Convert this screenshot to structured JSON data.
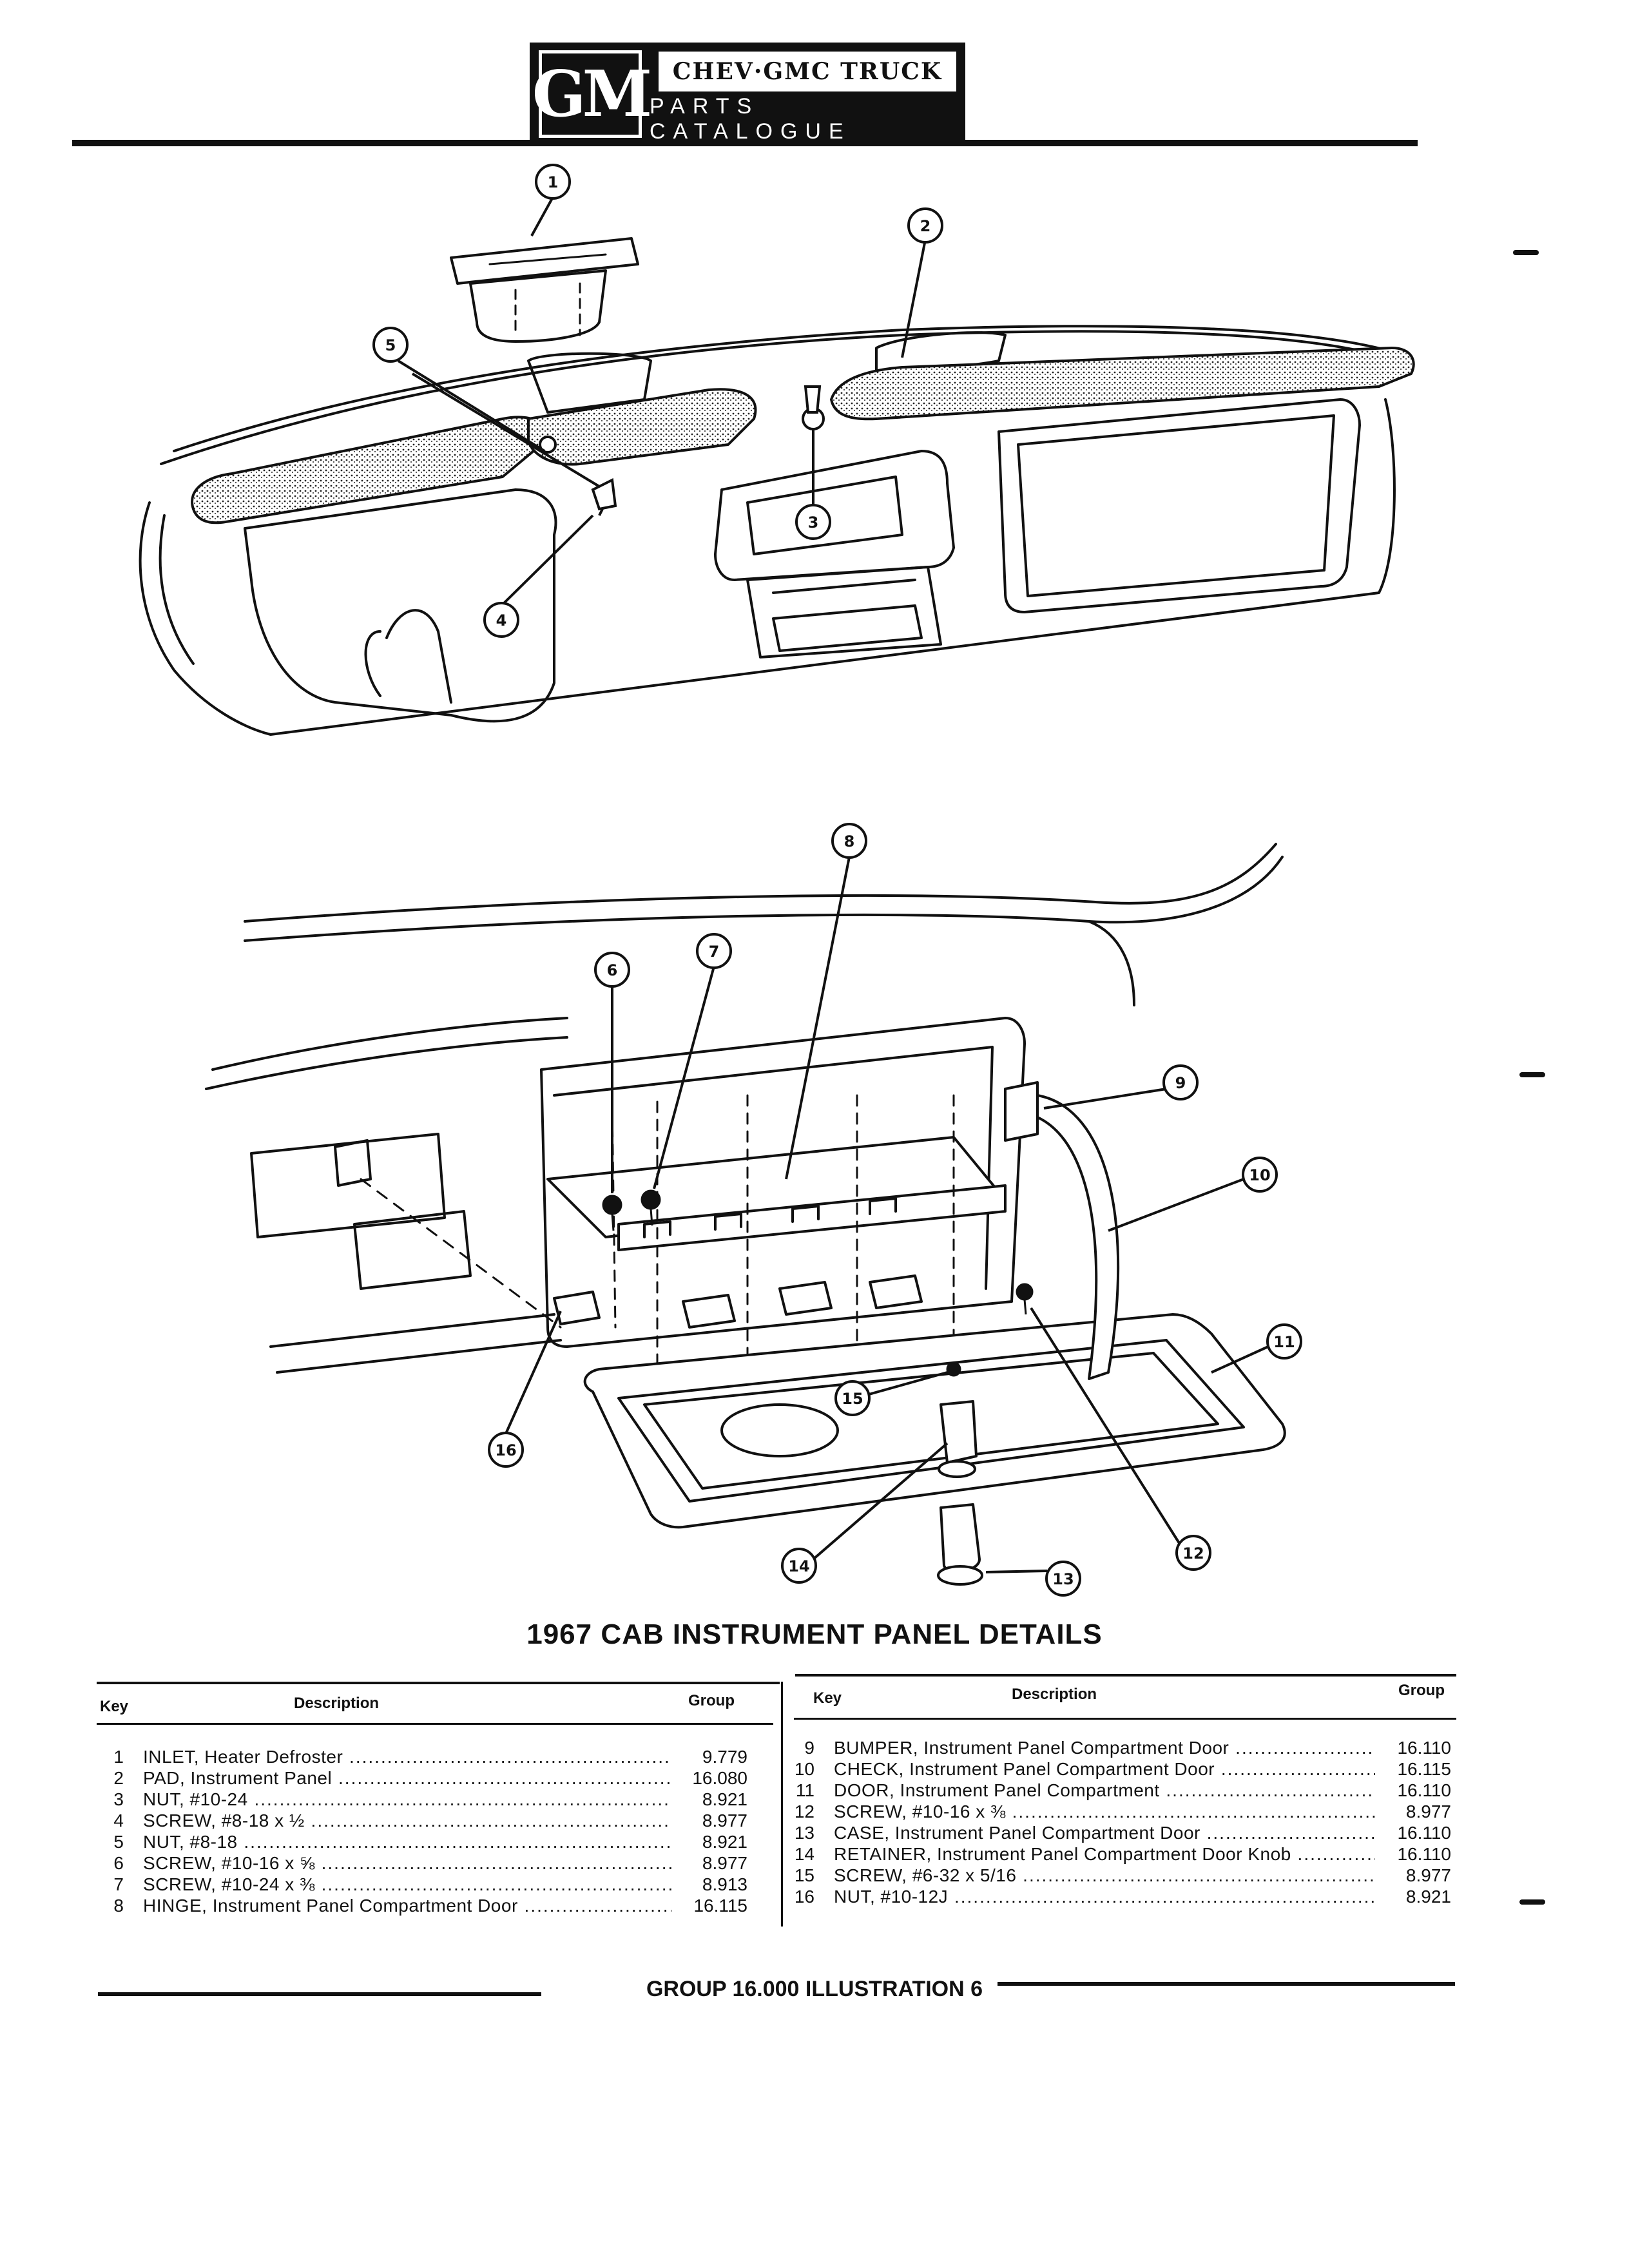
{
  "header": {
    "logo": "GM",
    "brand_line1": "CHEV·GMC TRUCK",
    "brand_line2": "PARTS CATALOGUE"
  },
  "callouts": [
    "1",
    "2",
    "3",
    "4",
    "5",
    "6",
    "7",
    "8",
    "9",
    "10",
    "11",
    "12",
    "13",
    "14",
    "15",
    "16"
  ],
  "title": "1967 CAB INSTRUMENT PANEL DETAILS",
  "table": {
    "col_key": "Key",
    "col_desc": "Description",
    "col_group": "Group",
    "left": [
      {
        "key": "1",
        "desc": "INLET, Heater Defroster",
        "group": "9.779"
      },
      {
        "key": "2",
        "desc": "PAD, Instrument Panel",
        "group": "16.080"
      },
      {
        "key": "3",
        "desc": "NUT, #10-24",
        "group": "8.921"
      },
      {
        "key": "4",
        "desc": "SCREW, #8-18 x ½",
        "group": "8.977"
      },
      {
        "key": "5",
        "desc": "NUT, #8-18",
        "group": "8.921"
      },
      {
        "key": "6",
        "desc": "SCREW, #10-16 x ⅝",
        "group": "8.977"
      },
      {
        "key": "7",
        "desc": "SCREW, #10-24 x ⅜",
        "group": "8.913"
      },
      {
        "key": "8",
        "desc": "HINGE, Instrument Panel Compartment Door",
        "group": "16.115"
      }
    ],
    "right": [
      {
        "key": "9",
        "desc": "BUMPER, Instrument Panel Compartment Door",
        "group": "16.110"
      },
      {
        "key": "10",
        "desc": "CHECK, Instrument Panel Compartment Door",
        "group": "16.115"
      },
      {
        "key": "11",
        "desc": "DOOR, Instrument Panel Compartment",
        "group": "16.110"
      },
      {
        "key": "12",
        "desc": "SCREW, #10-16 x ⅜",
        "group": "8.977"
      },
      {
        "key": "13",
        "desc": "CASE, Instrument Panel Compartment Door",
        "group": "16.110"
      },
      {
        "key": "14",
        "desc": "RETAINER, Instrument Panel Compartment Door Knob",
        "group": "16.110"
      },
      {
        "key": "15",
        "desc": "SCREW, #6-32 x 5/16",
        "group": "8.977"
      },
      {
        "key": "16",
        "desc": "NUT, #10-12J",
        "group": "8.921"
      }
    ]
  },
  "footer": "GROUP 16.000 ILLUSTRATION 6"
}
